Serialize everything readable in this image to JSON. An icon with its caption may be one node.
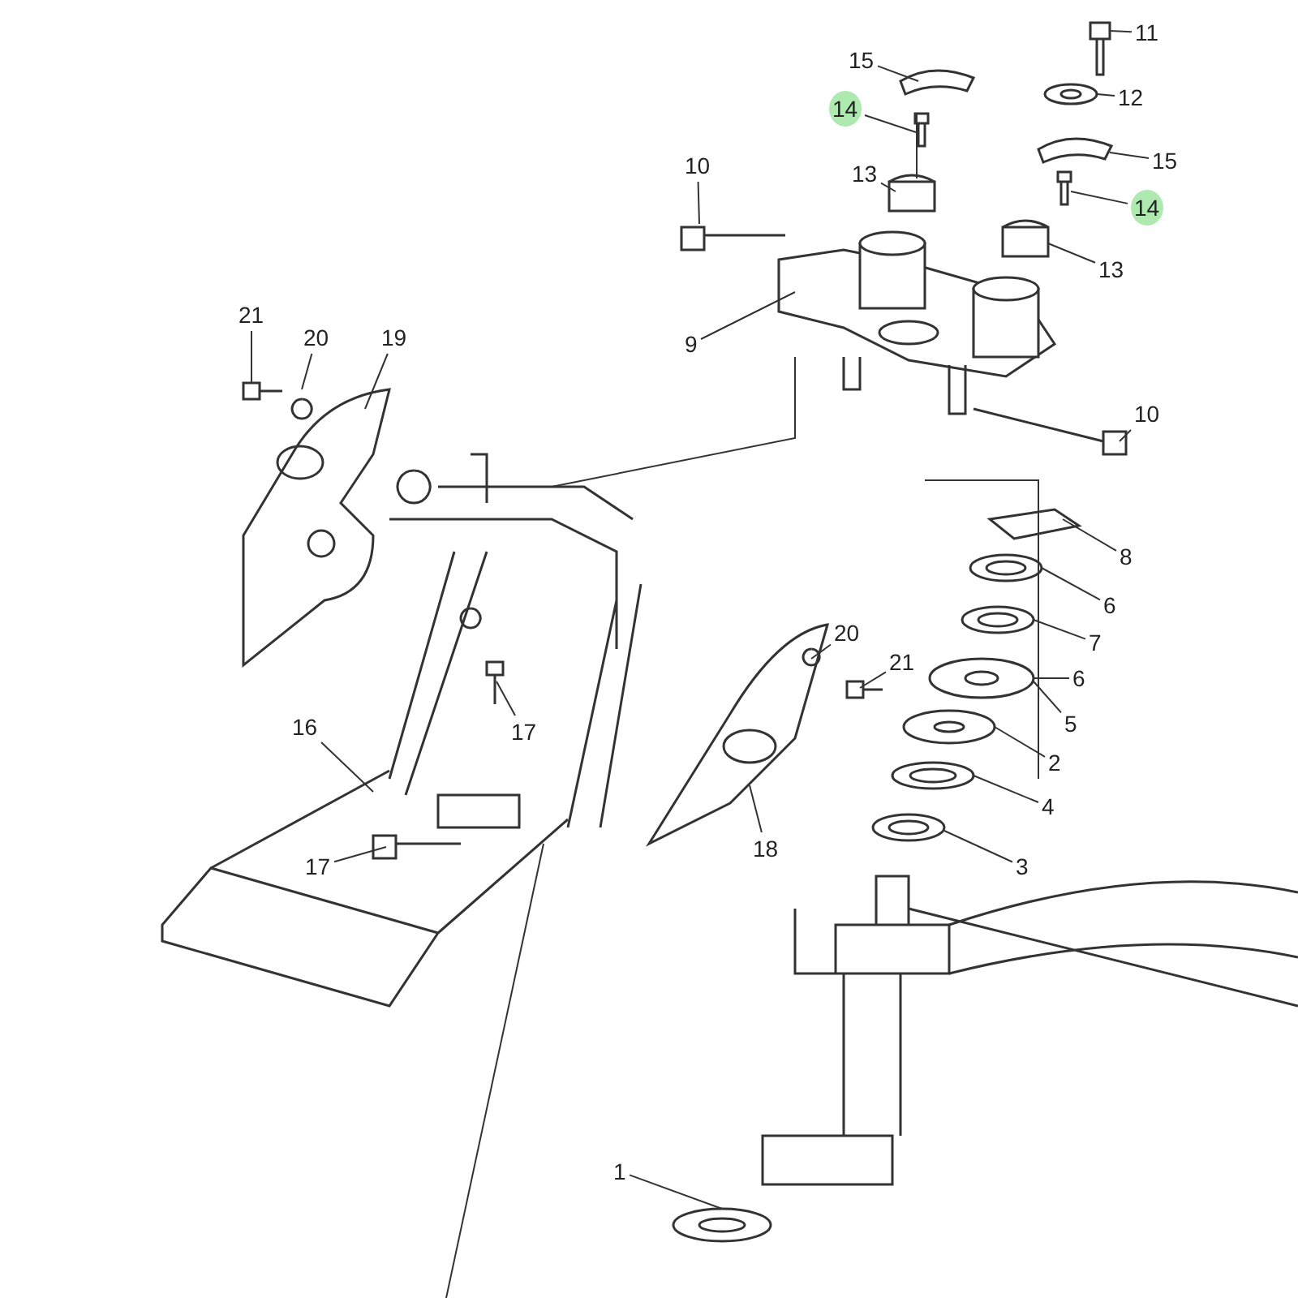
{
  "diagram": {
    "nodes": [
      {
        "text": [
          "15"
        ]
      },
      {
        "text": [
          "11"
        ]
      },
      {
        "text": [
          "14"
        ]
      },
      {
        "text": [
          "12"
        ]
      },
      {
        "text": [
          "10"
        ]
      },
      {
        "text": [
          "13"
        ]
      },
      {
        "text": [
          "15"
        ]
      },
      {
        "text": [
          "14"
        ]
      },
      {
        "text": [
          "13"
        ]
      },
      {
        "text": [
          "9"
        ]
      },
      {
        "text": [
          "21"
        ]
      },
      {
        "text": [
          "20"
        ]
      },
      {
        "text": [
          "19"
        ]
      },
      {
        "text": [
          "10"
        ]
      },
      {
        "text": [
          "8"
        ]
      },
      {
        "text": [
          "6"
        ]
      },
      {
        "text": [
          "7"
        ]
      },
      {
        "text": [
          "6"
        ]
      },
      {
        "text": [
          "17"
        ]
      },
      {
        "text": [
          "20"
        ]
      },
      {
        "text": [
          "21"
        ]
      },
      {
        "text": [
          "5"
        ]
      },
      {
        "text": [
          "16"
        ]
      },
      {
        "text": [
          "2"
        ]
      },
      {
        "text": [
          "4"
        ]
      },
      {
        "text": [
          "17"
        ]
      },
      {
        "text": [
          "18"
        ]
      },
      {
        "text": [
          "3"
        ]
      },
      {
        "text": [
          "1"
        ]
      }
    ],
    "edges": [
      {
        "from": 0,
        "to": null,
        "arrow": "none"
      },
      {
        "from": 1,
        "to": null,
        "arrow": "none"
      },
      {
        "from": 2,
        "to": null,
        "arrow": "none"
      },
      {
        "from": 3,
        "to": null,
        "arrow": "none"
      },
      {
        "from": 4,
        "to": null,
        "arrow": "none"
      },
      {
        "from": 5,
        "to": null,
        "arrow": "none"
      },
      {
        "from": 6,
        "to": null,
        "arrow": "none"
      },
      {
        "from": 7,
        "to": null,
        "arrow": "none"
      },
      {
        "from": 8,
        "to": null,
        "arrow": "none"
      },
      {
        "from": 9,
        "to": null,
        "arrow": "none"
      },
      {
        "from": 10,
        "to": null,
        "arrow": "none"
      },
      {
        "from": 11,
        "to": null,
        "arrow": "none"
      },
      {
        "from": 12,
        "to": null,
        "arrow": "none"
      },
      {
        "from": 13,
        "to": null,
        "arrow": "none"
      },
      {
        "from": 14,
        "to": null,
        "arrow": "none"
      },
      {
        "from": 15,
        "to": null,
        "arrow": "none"
      },
      {
        "from": 16,
        "to": null,
        "arrow": "none"
      },
      {
        "from": 17,
        "to": null,
        "arrow": "none"
      },
      {
        "from": 18,
        "to": null,
        "arrow": "none"
      },
      {
        "from": 19,
        "to": null,
        "arrow": "none"
      },
      {
        "from": 20,
        "to": null,
        "arrow": "none"
      },
      {
        "from": 21,
        "to": null,
        "arrow": "none"
      },
      {
        "from": 22,
        "to": null,
        "arrow": "none"
      },
      {
        "from": 23,
        "to": null,
        "arrow": "none"
      },
      {
        "from": 24,
        "to": null,
        "arrow": "none"
      },
      {
        "from": 25,
        "to": null,
        "arrow": "none"
      },
      {
        "from": 26,
        "to": null,
        "arrow": "none"
      },
      {
        "from": 27,
        "to": null,
        "arrow": "none"
      },
      {
        "from": 28,
        "to": null,
        "arrow": "none"
      }
    ]
  }
}
